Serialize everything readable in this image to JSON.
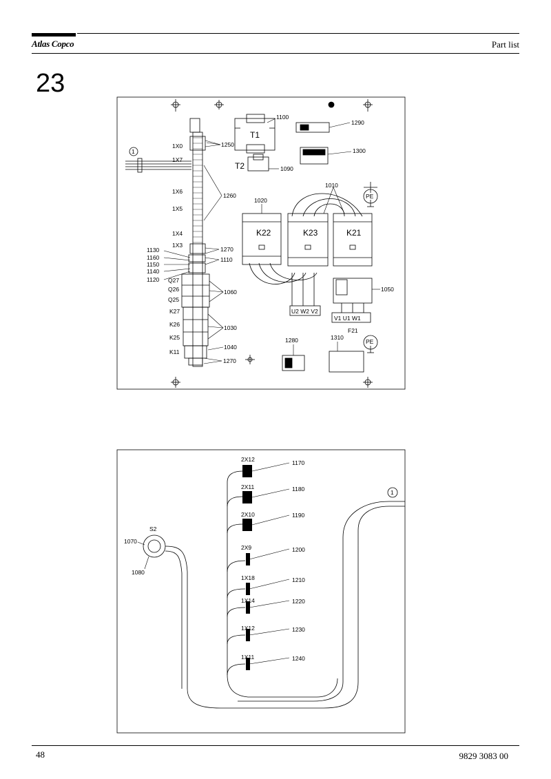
{
  "header": {
    "logo": "Atlas Copco",
    "doc_type": "Part list"
  },
  "section_number": "23",
  "footer": {
    "page_number": "48",
    "document_number": "9829 3083 00"
  },
  "diagram1": {
    "labels": {
      "t1": "T1",
      "t2": "T2",
      "k22": "K22",
      "k23": "K23",
      "k21": "K21",
      "pe1": "PE",
      "pe2": "PE",
      "f21": "F21",
      "marker": "1",
      "u2w2v2": "U2 W2 V2",
      "v1u1w1": "V1 U1 W1",
      "x0": "1X0",
      "x7": "1X7",
      "x6": "1X6",
      "x5": "1X5",
      "x4": "1X4",
      "x3": "1X3",
      "q27": "Q27",
      "q26": "Q26",
      "q25": "Q25",
      "k27": "K27",
      "k26": "K26",
      "k25": "K25",
      "k11": "K11"
    },
    "parts": {
      "p1100": "1100",
      "p1290": "1290",
      "p1300": "1300",
      "p1090": "1090",
      "p1250": "1250",
      "p1260": "1260",
      "p1010": "1010",
      "p1020": "1020",
      "p1270a": "1270",
      "p1110": "1110",
      "p1130": "1130",
      "p1160": "1160",
      "p1150": "1150",
      "p1140": "1140",
      "p1120": "1120",
      "p1060": "1060",
      "p1050": "1050",
      "p1030": "1030",
      "p1040": "1040",
      "p1270b": "1270",
      "p1280": "1280",
      "p1310": "1310"
    }
  },
  "diagram2": {
    "labels": {
      "s2": "S2",
      "marker": "1",
      "c2x12": "2X12",
      "c2x11": "2X11",
      "c2x10": "2X10",
      "c2x9": "2X9",
      "c1x18": "1X18",
      "c1x14": "1X14",
      "c1x12": "1X12",
      "c1x11": "1X11"
    },
    "parts": {
      "p1070": "1070",
      "p1080": "1080",
      "p1170": "1170",
      "p1180": "1180",
      "p1190": "1190",
      "p1200": "1200",
      "p1210": "1210",
      "p1220": "1220",
      "p1230": "1230",
      "p1240": "1240"
    }
  }
}
